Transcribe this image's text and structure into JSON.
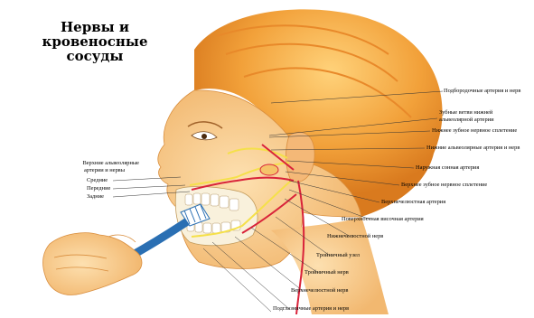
{
  "title_line1": "Нервы и",
  "title_line2": "кровеносные",
  "title_line3": "сосуды",
  "right_labels": [
    "Подбородочные артерия и нерв",
    "Зубные ветви нижней",
    "альвеолярной артерии",
    "Нижнее зубное нервное сплетение",
    "Нижние альвеолярные артерия и нерв",
    "Наружная сонная артерия",
    "Верхнее зубное нервное сплетение",
    "Верхнечелюстная артерия",
    "Поверхностная височная артерия",
    "Нижнечелюстной нерв",
    "Тройничный узел",
    "Тройничный нерв",
    "Верхнечелюстной нерв",
    "Подглазничные артерия и нерв"
  ],
  "left_labels": [
    "Верхние альвеолярные",
    "артерии и нервы",
    "Средние",
    "Передние",
    "Задние"
  ],
  "colors": {
    "hair": "#f2a13a",
    "skin": "#f7c98a",
    "artery": "#d9233a",
    "nerve": "#f5e04a",
    "toothbrush": "#2a6fb3"
  }
}
